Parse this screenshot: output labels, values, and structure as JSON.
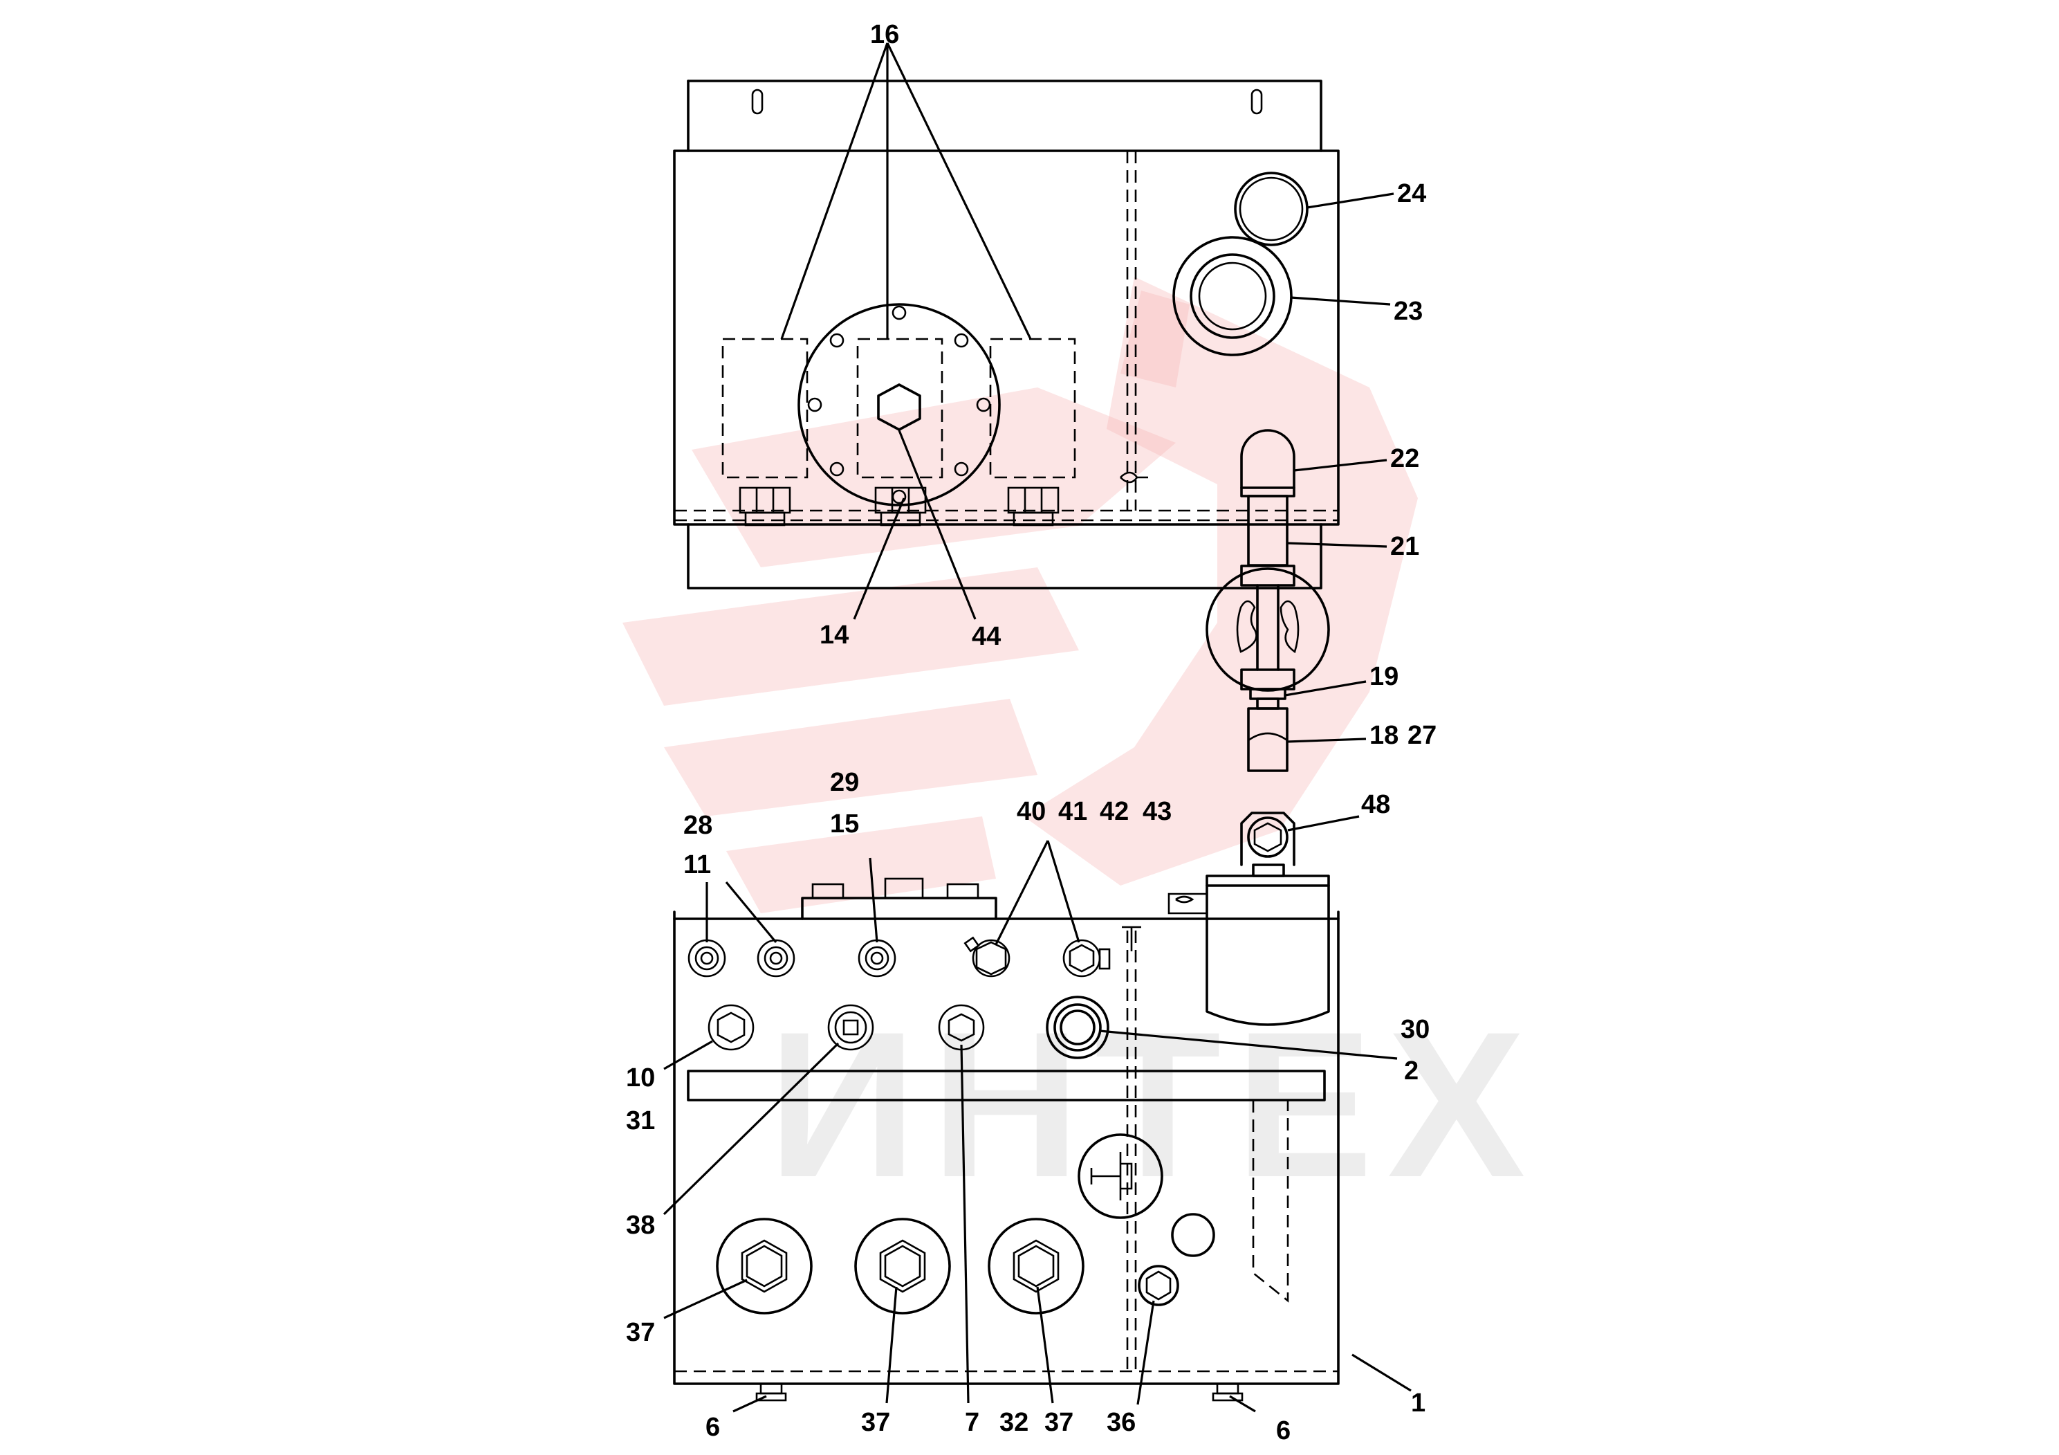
{
  "watermark": {
    "text": "ИНТЕХ",
    "color": "#f7b5b5"
  },
  "callouts": [
    {
      "id": "c16",
      "text": "16"
    },
    {
      "id": "c24",
      "text": "24"
    },
    {
      "id": "c23",
      "text": "23"
    },
    {
      "id": "c22",
      "text": "22"
    },
    {
      "id": "c21",
      "text": "21"
    },
    {
      "id": "c14",
      "text": "14"
    },
    {
      "id": "c44",
      "text": "44"
    },
    {
      "id": "c19",
      "text": "19"
    },
    {
      "id": "c18",
      "text": "18"
    },
    {
      "id": "c27",
      "text": "27"
    },
    {
      "id": "c29",
      "text": "29"
    },
    {
      "id": "c15",
      "text": "15"
    },
    {
      "id": "c28",
      "text": "28"
    },
    {
      "id": "c11",
      "text": "11"
    },
    {
      "id": "c40",
      "text": "40"
    },
    {
      "id": "c41",
      "text": "41"
    },
    {
      "id": "c42",
      "text": "42"
    },
    {
      "id": "c43",
      "text": "43"
    },
    {
      "id": "c48",
      "text": "48"
    },
    {
      "id": "c30",
      "text": "30"
    },
    {
      "id": "c2",
      "text": "2"
    },
    {
      "id": "c10",
      "text": "10"
    },
    {
      "id": "c31",
      "text": "31"
    },
    {
      "id": "c38",
      "text": "38"
    },
    {
      "id": "c37a",
      "text": "37"
    },
    {
      "id": "c37b",
      "text": "37"
    },
    {
      "id": "c37c",
      "text": "37"
    },
    {
      "id": "c1",
      "text": "1"
    },
    {
      "id": "c6a",
      "text": "6"
    },
    {
      "id": "c6b",
      "text": "6"
    },
    {
      "id": "c7",
      "text": "7"
    },
    {
      "id": "c32",
      "text": "32"
    },
    {
      "id": "c36",
      "text": "36"
    }
  ]
}
